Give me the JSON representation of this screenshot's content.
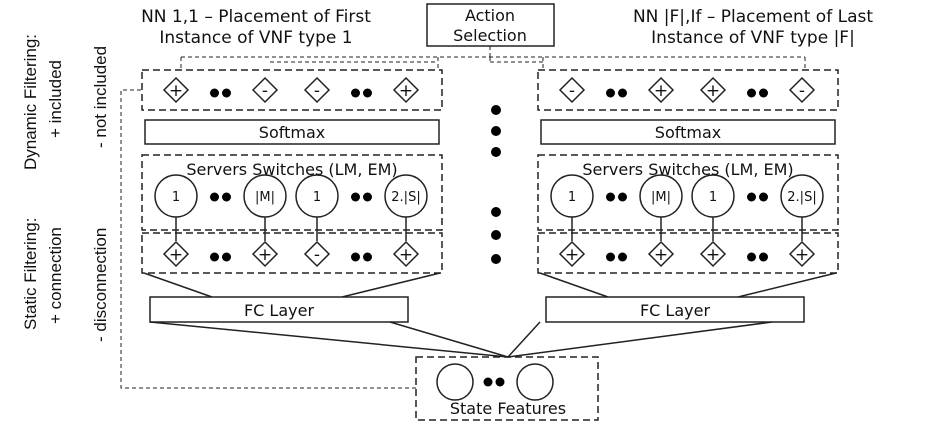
{
  "title_left": {
    "line1": "NN 1,1 – Placement of  First",
    "line2": "Instance of VNF type 1"
  },
  "title_right": {
    "line1": "NN |F|,If – Placement of  Last",
    "line2": "Instance of VNF type |F|"
  },
  "action_selection": {
    "line1": "Action",
    "line2": "Selection"
  },
  "dynamic_filtering": {
    "title": "Dynamic Filtering:",
    "included": "+ included",
    "not_included": "- not included"
  },
  "static_filtering": {
    "title": "Static Filtering:",
    "connection": "+ connection",
    "disconnection": "- disconnection"
  },
  "softmax_label": "Softmax",
  "fc_layer_label": "FC Layer",
  "servers_switches_label": "Servers  Switches (LM, EM)",
  "state_features_label": "State Features",
  "left_net": {
    "dyn_signs": [
      "+",
      "-",
      "-",
      "+"
    ],
    "node_labels": [
      "1",
      "|M|",
      "1",
      "2.|S|"
    ],
    "static_signs": [
      "+",
      "+",
      "-",
      "+"
    ]
  },
  "right_net": {
    "dyn_signs": [
      "-",
      "+",
      "+",
      "-"
    ],
    "node_labels": [
      "1",
      "|M|",
      "1",
      "2.|S|"
    ],
    "static_signs": [
      "+",
      "+",
      "+",
      "+"
    ]
  }
}
